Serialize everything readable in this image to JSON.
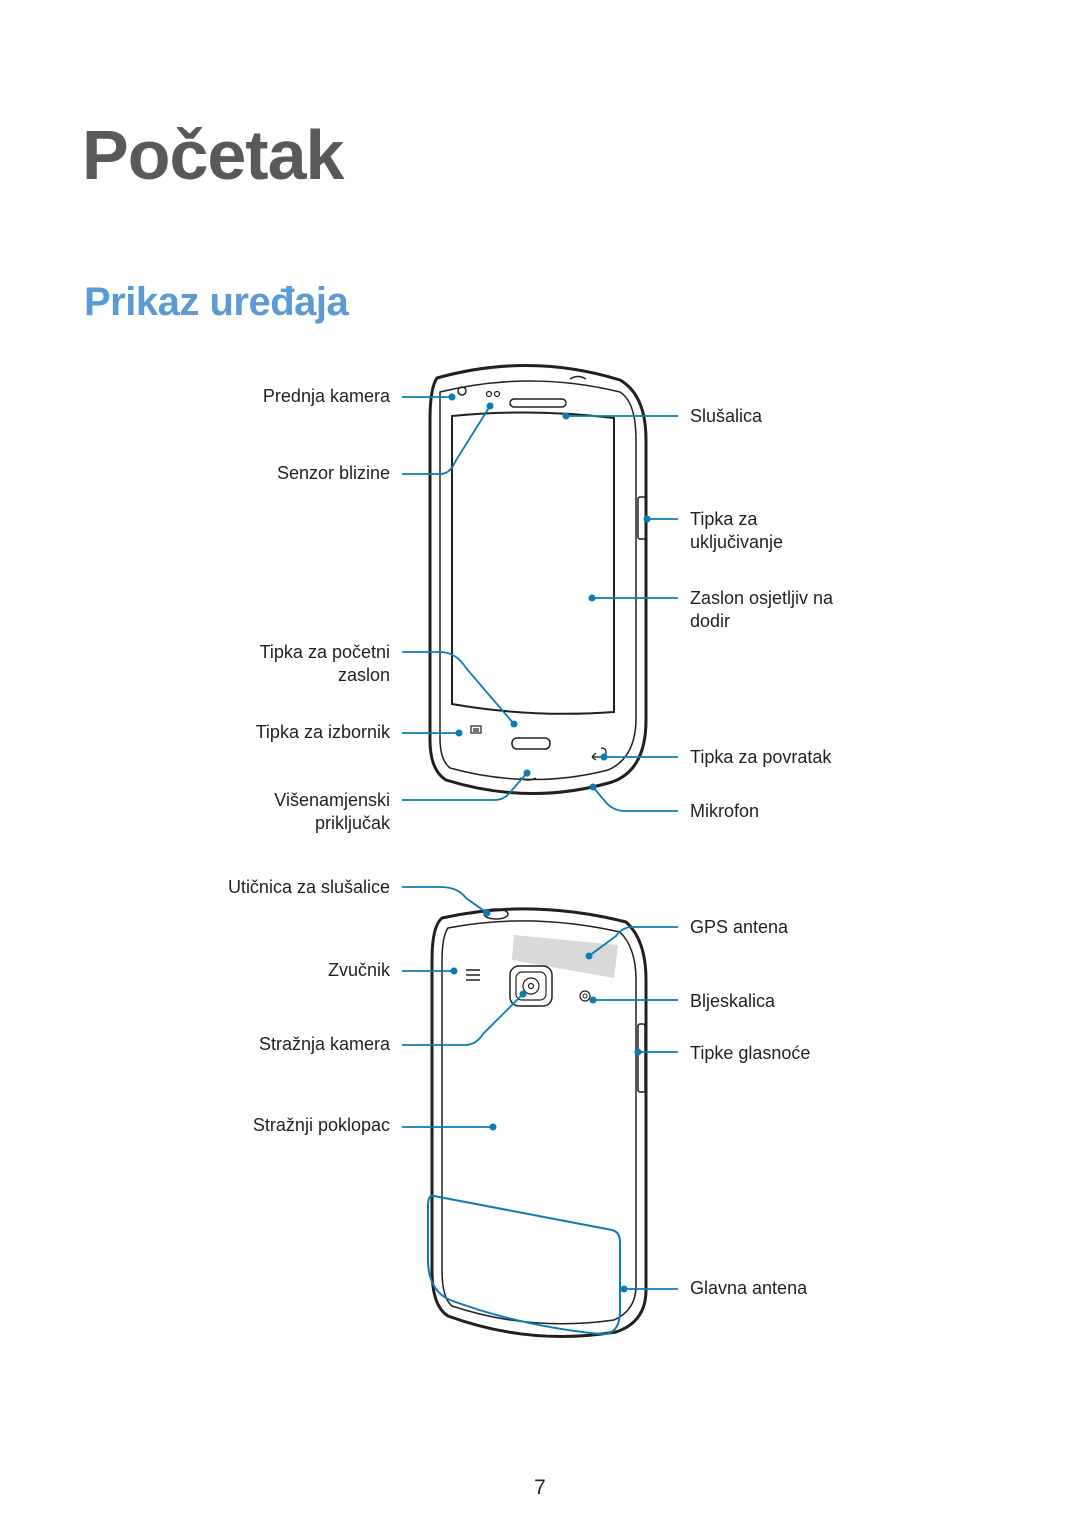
{
  "chapter_title": "Početak",
  "section_title": "Prikaz uređaja",
  "front_labels": {
    "front_camera": "Prednja kamera",
    "proximity_sensor": "Senzor blizine",
    "home_key": "Tipka za početni\nzaslon",
    "menu_key": "Tipka za izbornik",
    "multipurpose_jack": "Višenamjenski\npriključak",
    "earpiece": "Slušalica",
    "power_key": "Tipka za\nuključivanje",
    "touch_screen": "Zaslon osjetljiv na\ndodir",
    "back_key": "Tipka za povratak",
    "microphone": "Mikrofon"
  },
  "back_labels": {
    "headset_jack": "Utičnica za slušalice",
    "speaker": "Zvučnik",
    "rear_camera": "Stražnja kamera",
    "back_cover": "Stražnji poklopac",
    "gps_antenna": "GPS antena",
    "flash": "Bljeskalica",
    "volume_key": "Tipke glasnoće",
    "main_antenna": "Glavna antena"
  },
  "page_number": "7",
  "colors": {
    "chapter_title": "#58595b",
    "section_title": "#5b9bd5",
    "callout_line": "#0a7cb5",
    "device_outline": "#231f20"
  }
}
